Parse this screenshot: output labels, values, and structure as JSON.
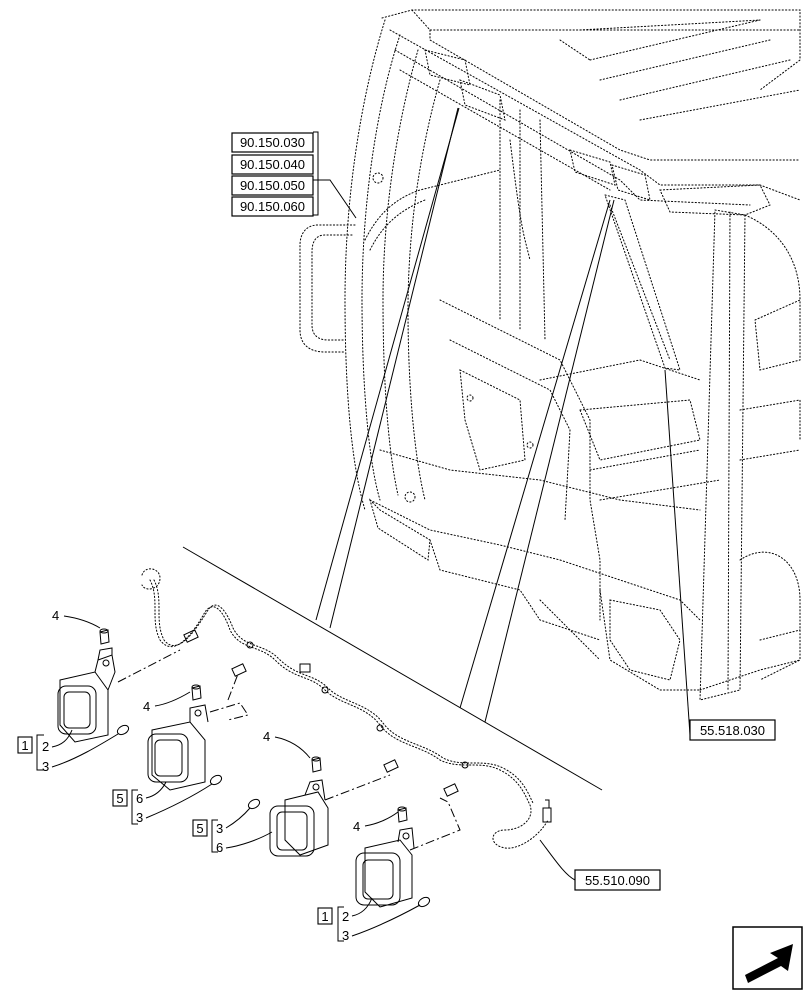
{
  "references": {
    "cab_refs": [
      "90.150.030",
      "90.150.040",
      "90.150.050",
      "90.150.060"
    ],
    "wiper_ref": "55.518.030",
    "harness_ref": "55.510.090"
  },
  "callouts": {
    "a": {
      "bolt": "4"
    },
    "b": {
      "bolt": "4"
    },
    "c": {
      "bolt": "4"
    },
    "d": {
      "bolt": "4"
    }
  },
  "groups": {
    "g1": {
      "box": "1",
      "top": "2",
      "bottom": "3"
    },
    "g2": {
      "box": "5",
      "top": "6",
      "bottom": "3"
    },
    "g3": {
      "box": "5",
      "top": "3",
      "bottom": "6"
    },
    "g4": {
      "box": "1",
      "top": "2",
      "bottom": "3"
    }
  },
  "icons": {
    "nav": "next-page-arrow-icon"
  }
}
